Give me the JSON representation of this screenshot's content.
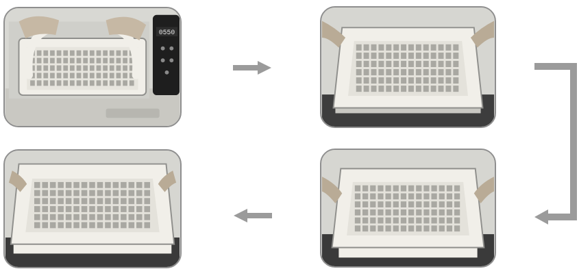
{
  "figure": {
    "steps": [
      {
        "id": "step-1",
        "photo": "hands-lifting-basket-by-handles-from-cleaner"
      },
      {
        "id": "step-2",
        "photo": "basket-held-over-tank"
      },
      {
        "id": "step-3",
        "photo": "basket-lowered-onto-tank-rim"
      },
      {
        "id": "step-4",
        "photo": "basket-seated-in-tank"
      }
    ],
    "display": {
      "readout": "0550"
    },
    "colors": {
      "arrow": "#9b9b9b",
      "frame": "#8e8e8e",
      "basket": "#f1efe9",
      "basket_shadow": "#8f8f8c",
      "tank_dark": "#3d3d3d",
      "panel": "#1e1e1e"
    },
    "connectors": [
      {
        "from": "step-1",
        "to": "step-2",
        "icon": "arrow-right-icon"
      },
      {
        "from": "step-2",
        "to": "step-3",
        "icon": "elbow-arrow-down-left-icon"
      },
      {
        "from": "step-3",
        "to": "step-4",
        "icon": "arrow-left-icon"
      }
    ]
  }
}
